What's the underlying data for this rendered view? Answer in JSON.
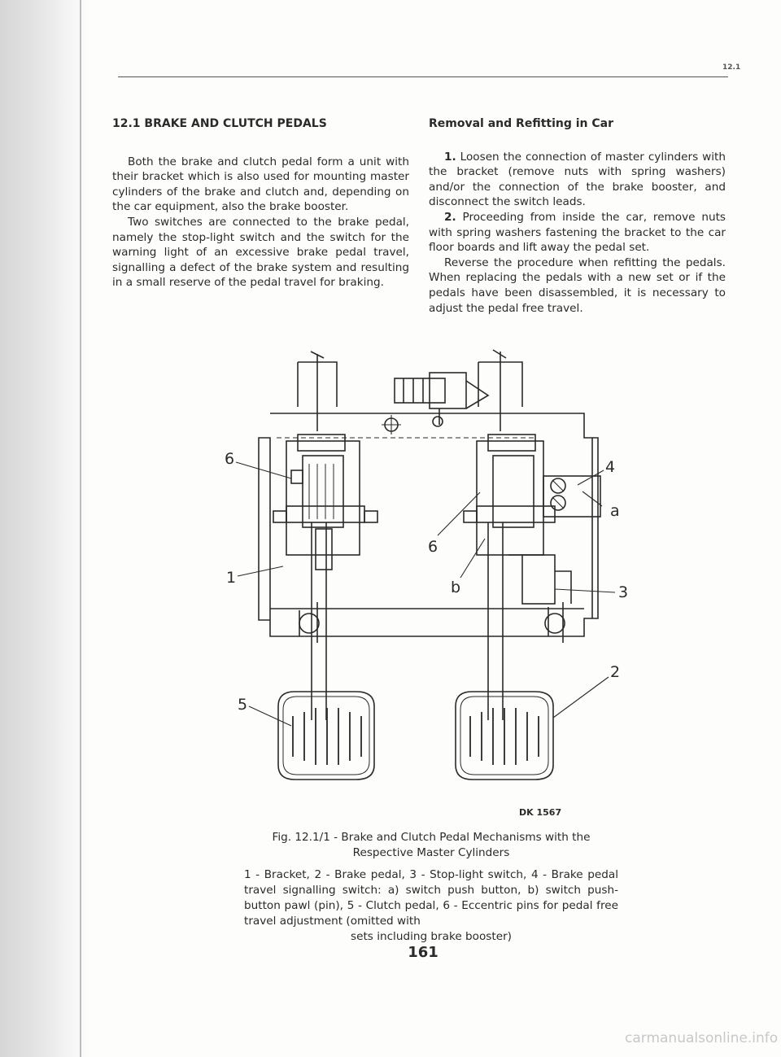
{
  "running_head": "12.1",
  "left_column": {
    "heading": "12.1 BRAKE AND CLUTCH PEDALS",
    "paragraphs": [
      "Both the brake and clutch pedal form a unit with their bracket which is also used for mounting master cylinders of the brake and clutch and, depending on the car equipment, also the brake booster.",
      "Two switches are connected to the brake pedal, namely the stop-light switch and the switch for the warning light of an excessive brake pedal travel, signalling a defect of the brake system and resulting in a small reserve of the pedal travel for braking."
    ]
  },
  "right_column": {
    "heading": "Removal and Refitting in Car",
    "steps": [
      {
        "number": "1.",
        "text": "Loosen the connection of master cylinders with the bracket (remove nuts with spring washers) and/or the connection of the brake booster, and disconnect the switch leads."
      },
      {
        "number": "2.",
        "text": "Proceeding from inside the car, remove nuts with spring washers fastening the bracket to the car floor boards and lift away the pedal set."
      }
    ],
    "closing": "Reverse the procedure when refitting the pedals. When replacing the pedals with a new set or if the pedals have been disassembled, it is necessary to adjust the pedal free travel."
  },
  "figure": {
    "labels": {
      "l1": "1",
      "l2": "2",
      "l3": "3",
      "l4": "4",
      "l5": "5",
      "l6_left": "6",
      "l6_center": "6",
      "la": "a",
      "lb": "b"
    },
    "code": "DK 1567"
  },
  "caption": {
    "title": "Fig. 12.1/1 - Brake and Clutch Pedal Mechanisms with the Respective Master Cylinders",
    "legend": "1 - Bracket, 2 - Brake pedal, 3 - Stop-light switch, 4 - Brake pedal travel signalling switch: a) switch push button, b) switch push-button pawl (pin), 5 - Clutch pedal, 6 - Eccentric pins for pedal free travel adjustment (omitted with",
    "legend_last": "sets including brake booster)"
  },
  "page_number": "161",
  "watermark": "carmanualsonline.info"
}
